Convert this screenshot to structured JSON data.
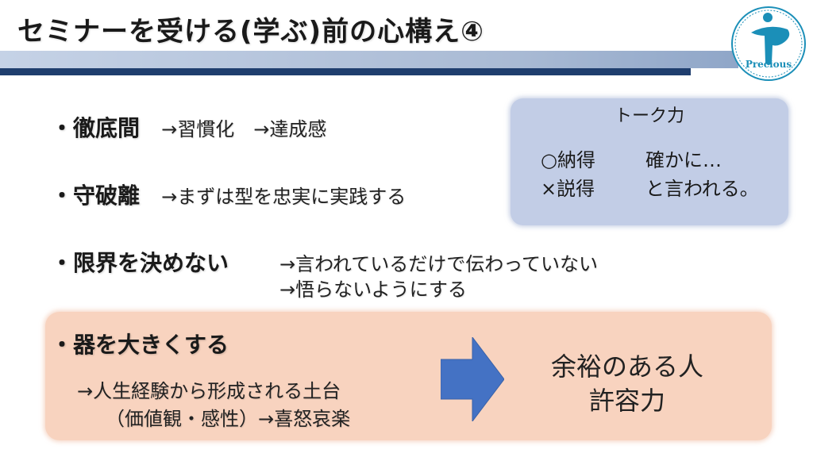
{
  "slide": {
    "title": "セミナーを受ける(学ぶ)前の心構え④",
    "logo_text": "Precious"
  },
  "items": [
    {
      "label": "・徹底間",
      "note": "→習慣化　→達成感"
    },
    {
      "label": "・守破離",
      "note": "→まずは型を忠実に実践する"
    },
    {
      "label": "・限界を決めない",
      "note": "→言われているだけで伝わっていない",
      "note2": "→悟らないようにする"
    }
  ],
  "talk_box": {
    "title": "トーク力",
    "line1_left": "○納得",
    "line1_right": "確かに…",
    "line2_left": "×説得",
    "line2_right": "と言われる。"
  },
  "vessel_box": {
    "label": "・器を大きくする",
    "sub1": "→人生経験から形成される土台",
    "sub2": "（価値観・感性）→喜怒哀楽",
    "result1": "余裕のある人",
    "result2": "許容力"
  },
  "colors": {
    "header_dark": "#1f3e6e",
    "header_light": "#b4c3db",
    "talk_box_bg": "#c2cde6",
    "vessel_box_bg": "#f8d3bf",
    "arrow": "#4472c4",
    "logo": "#1b8fb8"
  }
}
